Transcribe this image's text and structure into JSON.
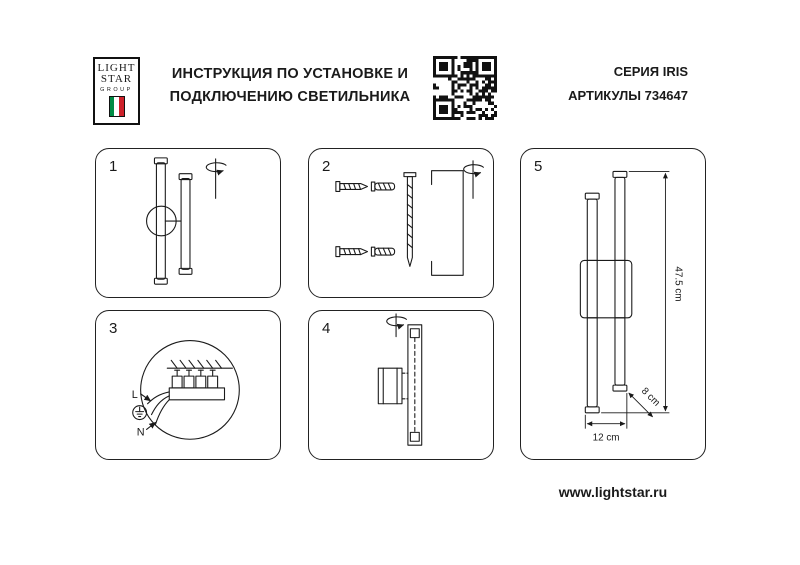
{
  "header": {
    "logo": {
      "line1": "LIGHT",
      "line2": "STAR",
      "line3": "GROUP"
    },
    "title_line1": "ИНСТРУКЦИЯ ПО УСТАНОВКЕ И",
    "title_line2": "ПОДКЛЮЧЕНИЮ СВЕТИЛЬНИКА",
    "series": "СЕРИЯ IRIS",
    "articles": "АРТИКУЛЫ 734647"
  },
  "steps": {
    "step1": {
      "number": "1"
    },
    "step2": {
      "number": "2"
    },
    "step3": {
      "number": "3",
      "wire_line_label": "L",
      "wire_neutral_label": "N"
    },
    "step4": {
      "number": "4"
    },
    "step5": {
      "number": "5",
      "dim_height": "47.5 cm",
      "dim_width": "12 cm",
      "dim_depth": "8 cm"
    }
  },
  "icons": {
    "qr_code": "qr-code",
    "italy_flag": "italy-flag",
    "rotation_arrow": "rotate-screw",
    "ground": "ground-symbol"
  },
  "colors": {
    "ink": "#1a1a1a",
    "flag_green": "#008C45",
    "flag_red": "#CD212A"
  },
  "footer": {
    "website": "www.lightstar.ru"
  }
}
